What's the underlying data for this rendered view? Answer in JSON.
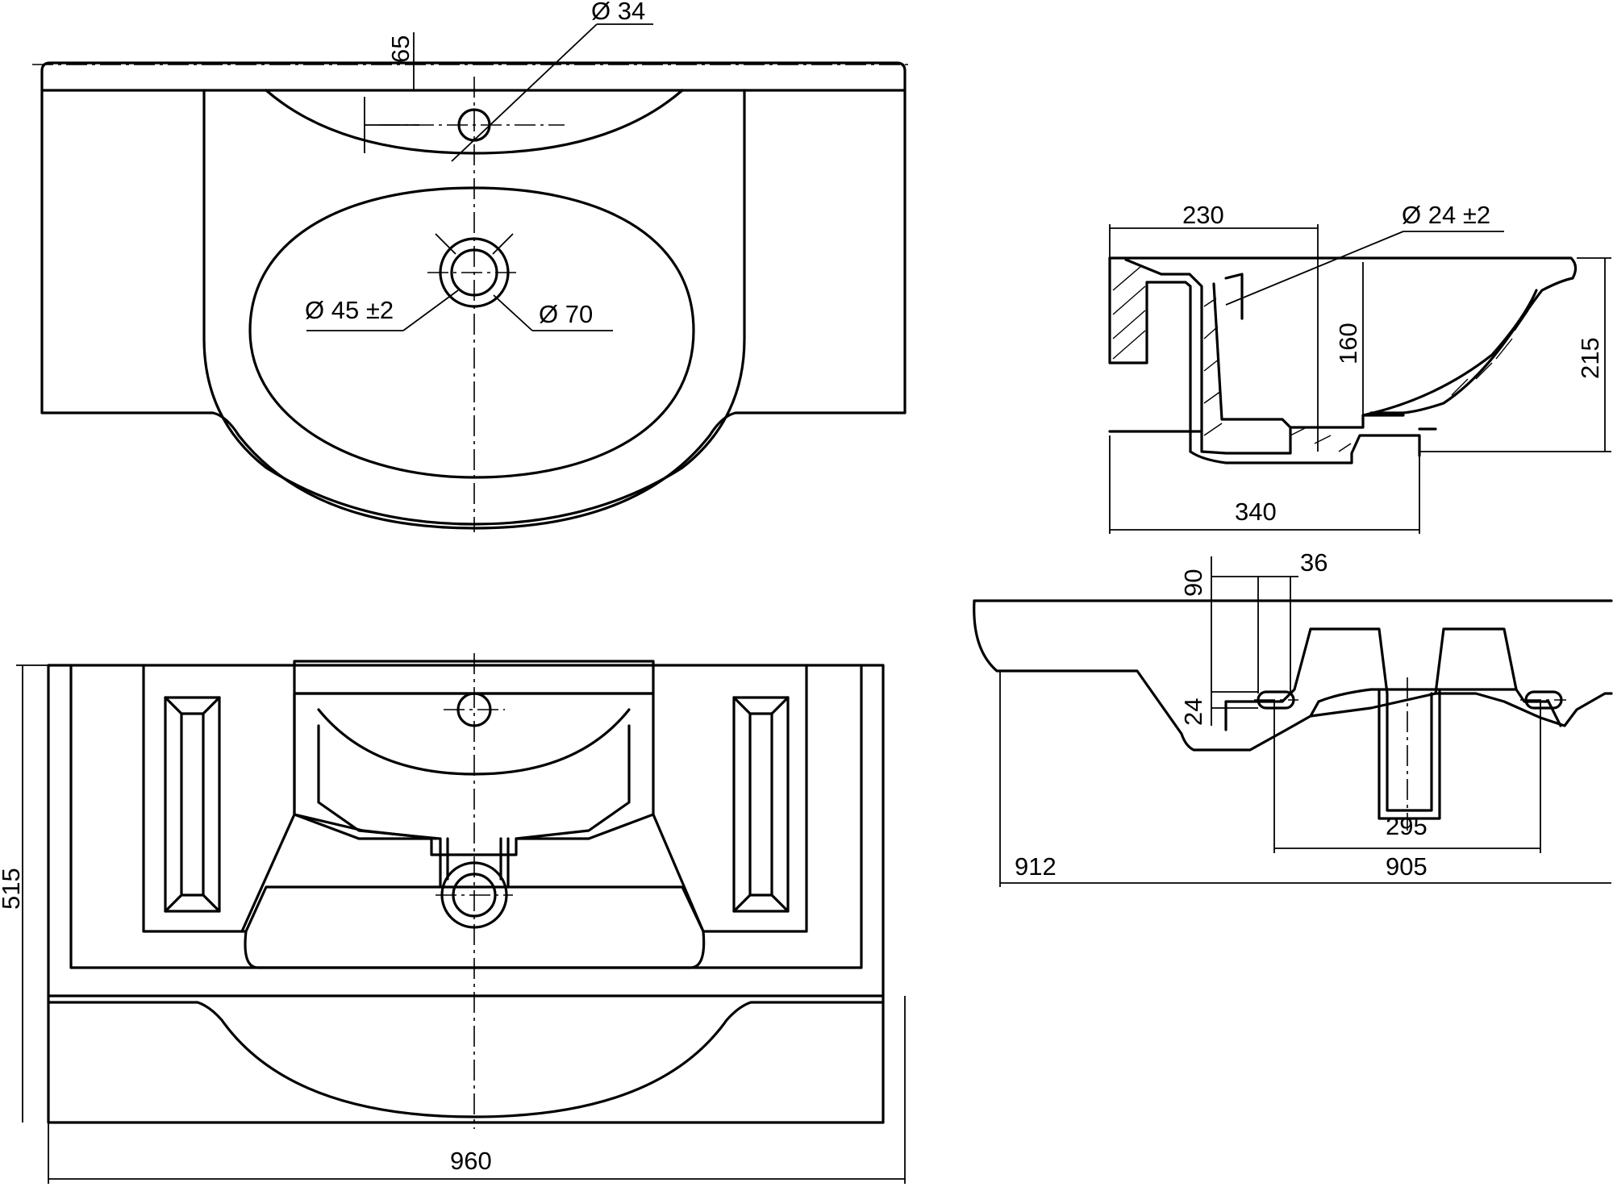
{
  "colors": {
    "line": "#000000",
    "background": "#ffffff"
  },
  "dimensions": {
    "top_view": {
      "hole_top_offset": "65",
      "tap_hole_dia": "Ø 34",
      "drain_dia_tol": "Ø 45",
      "drain_tol": "±2",
      "drain_outer_dia": "Ø 70"
    },
    "section_view": {
      "depth_to_drain": "230",
      "overflow_dia": "Ø 24",
      "overflow_tol": "±2",
      "bowl_depth": "160",
      "total_height": "215",
      "drain_offset": "340"
    },
    "side_view": {
      "overflow_height": "90",
      "overflow_width": "36",
      "overflow_slot": "24",
      "bracket_gap": "295",
      "bracket_span": "905",
      "overall_length": "912"
    },
    "bottom_view": {
      "depth": "515",
      "width": "960"
    }
  }
}
